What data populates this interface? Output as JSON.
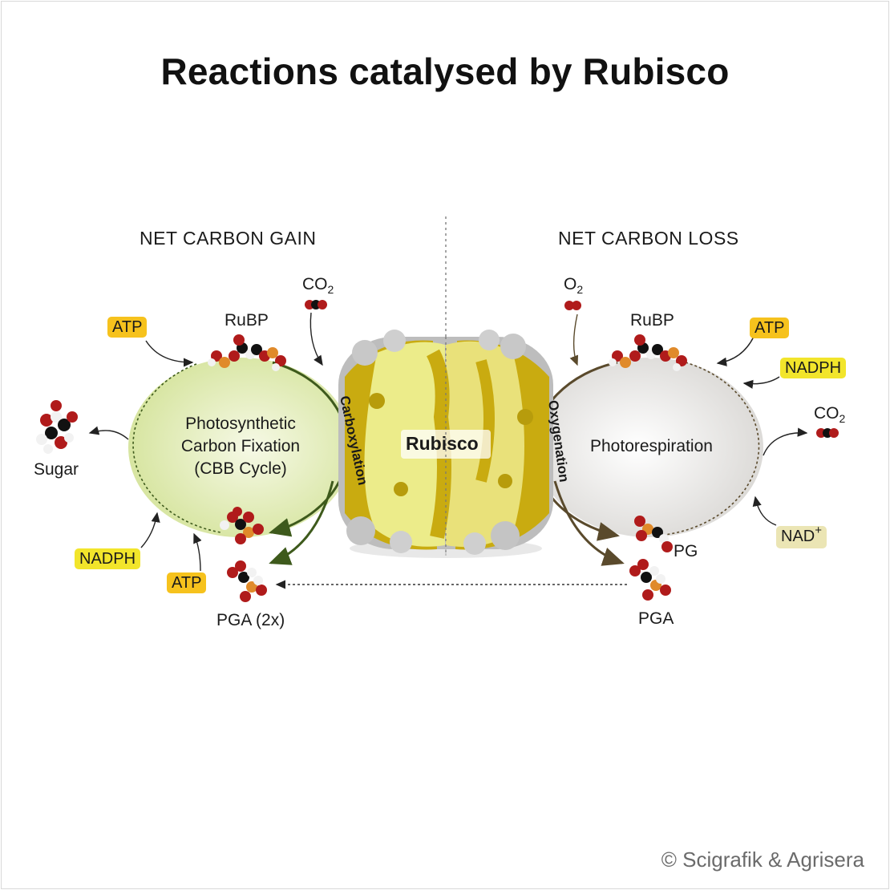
{
  "title": "Reactions catalysed by Rubisco",
  "left": {
    "heading": "NET CARBON GAIN",
    "cycle_lines": [
      "Photosynthetic",
      "Carbon Fixation",
      "(CBB Cycle)"
    ],
    "reaction": "Carboxylation",
    "rubp": "RuBP",
    "co2": "CO",
    "co2_sub": "2",
    "atp_top": "ATP",
    "atp_bottom": "ATP",
    "nadph": "NADPH",
    "sugar": "Sugar",
    "pga": "PGA (2x)"
  },
  "right": {
    "heading": "NET CARBON LOSS",
    "cycle": "Photorespiration",
    "reaction": "Oxygenation",
    "rubp": "RuBP",
    "o2": "O",
    "o2_sub": "2",
    "atp": "ATP",
    "nadph": "NADPH",
    "co2": "CO",
    "co2_sub": "2",
    "nad": "NAD",
    "nad_sup": "+",
    "pg": "PG",
    "pga": "PGA"
  },
  "enzyme": "Rubisco",
  "copyright": "© Scigrafik & Agrisera",
  "colors": {
    "left_cycle": "#d8e6a6",
    "left_arrow": "#3e5a1c",
    "right_cycle": "#e9e7e4",
    "right_arrow": "#5a4a2c",
    "atp": "#f6c21d",
    "nadph": "#f2e52b",
    "nad": "#ebe5b4",
    "protein_dark": "#c9ab10",
    "protein_light": "#ecec8a",
    "protein_grey": "#b6b6b6"
  }
}
